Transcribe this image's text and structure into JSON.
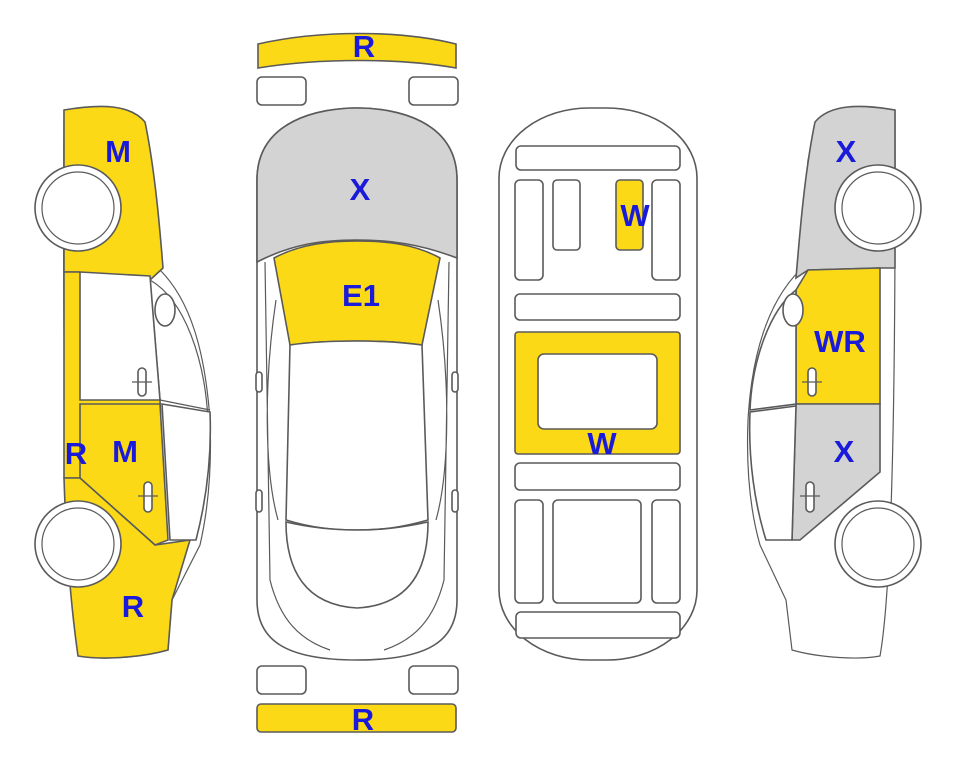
{
  "colors": {
    "marked": "#fbd916",
    "replaced": "#d3d3d3",
    "clean": "#ffffff",
    "outline": "#5a5a5a",
    "label": "#1a1adb"
  },
  "panels": {
    "left_front_fender": {
      "code": "M",
      "state": "marked"
    },
    "left_doors_rocker": {
      "code": "R",
      "state": "marked"
    },
    "left_rear_door": {
      "code": "M",
      "state": "marked"
    },
    "left_rear_quarter": {
      "code": "R",
      "state": "marked"
    },
    "front_bumper": {
      "code": "R",
      "state": "marked"
    },
    "hood": {
      "code": "X",
      "state": "replaced"
    },
    "front_windshield": {
      "code": "E1",
      "state": "marked"
    },
    "rear_bumper": {
      "code": "R",
      "state": "marked"
    },
    "engine_part": {
      "code": "W",
      "state": "marked"
    },
    "floor_panel": {
      "code": "W",
      "state": "marked"
    },
    "right_front_fender": {
      "code": "X",
      "state": "replaced"
    },
    "right_front_door": {
      "code": "WR",
      "state": "marked"
    },
    "right_rear_door": {
      "code": "X",
      "state": "replaced"
    }
  }
}
